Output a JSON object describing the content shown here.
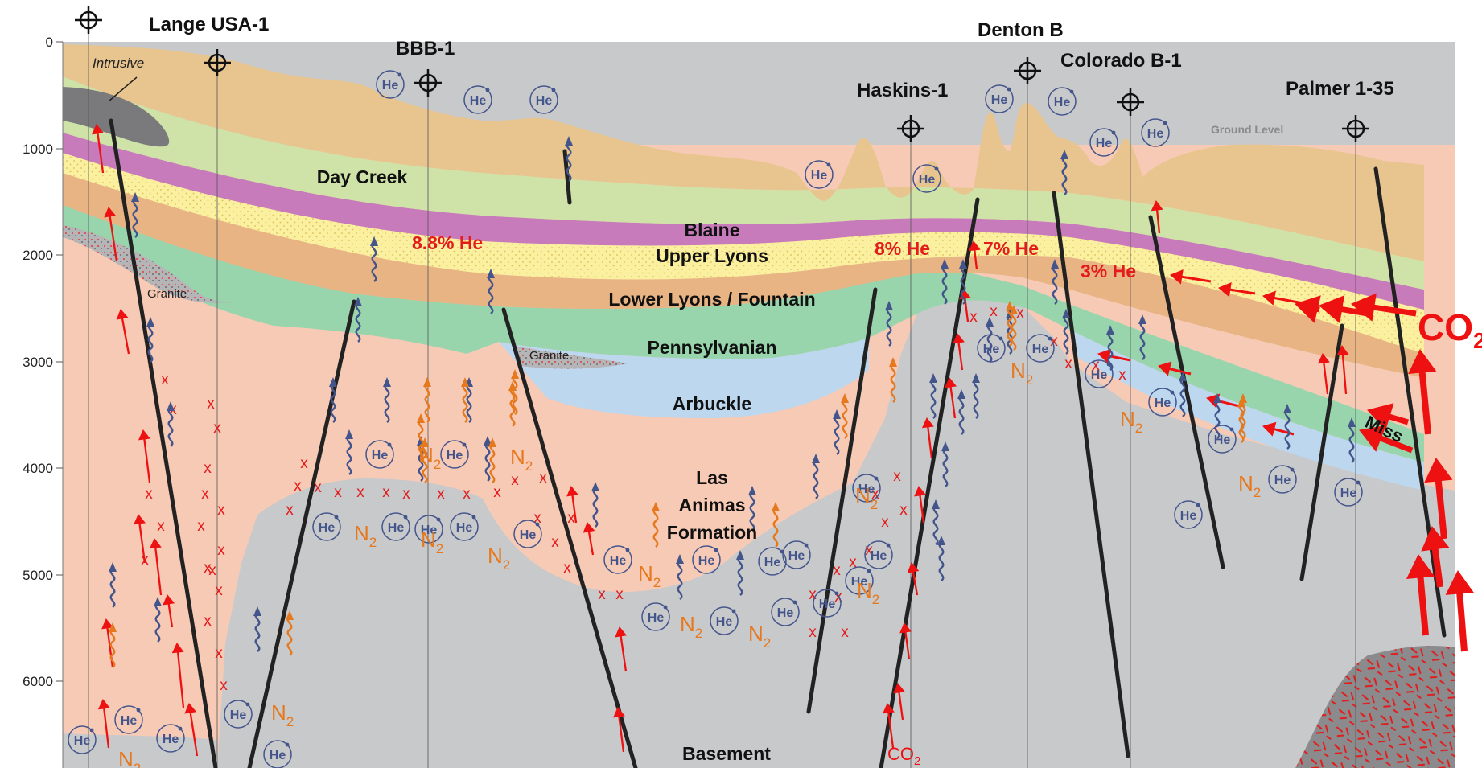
{
  "axis": {
    "depth_ticks": [
      "0",
      "1000",
      "2000",
      "3000",
      "4000",
      "5000",
      "6000"
    ]
  },
  "wells": [
    "Lange USA-1",
    "BBB-1",
    "Haskins-1",
    "Denton B",
    "Colorado B-1",
    "Palmer 1-35"
  ],
  "labels": {
    "intrusive": "Intrusive",
    "ground_level": "Ground Level",
    "granite": "Granite",
    "helium": "He",
    "nitrogen": "N",
    "nitrogen_sub": "2",
    "co2": "CO",
    "co2_sub": "2",
    "miss": "Miss"
  },
  "formations": {
    "day_creek": "Day Creek",
    "blaine": "Blaine",
    "upper_lyons": "Upper Lyons",
    "lower_lyons": "Lower Lyons / Fountain",
    "pennsylvanian": "Pennsylvanian",
    "arbuckle": "Arbuckle",
    "las_animas_1": "Las",
    "las_animas_2": "Animas",
    "las_animas_3": "Formation",
    "basement": "Basement"
  },
  "he_percentages": {
    "bbb": "8.8% He",
    "haskins": "8% He",
    "denton": "7% He",
    "colorado": "3% He"
  },
  "colors": {
    "surface": "#e8c58e",
    "day_creek": "#cfe2a8",
    "blaine": "#c77bbb",
    "upper_lyons": "#fbf0a0",
    "lower_lyons": "#e9b483",
    "pennsylvanian": "#98d5ad",
    "arbuckle": "#bcd7ee",
    "las_animas": "#f7cab5",
    "basement": "#c8c9cb",
    "fault": "#222222",
    "arrow_red": "#ee1111",
    "he_blue": "#44558c",
    "n2_orange": "#e6781e"
  }
}
